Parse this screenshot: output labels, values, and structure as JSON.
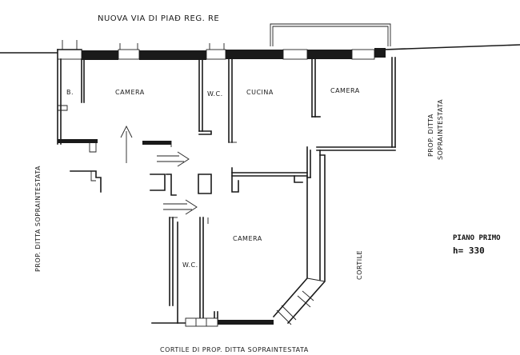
{
  "street_label": "NUOVA VIA DI PIAÐ REG. RE",
  "rooms": {
    "camera_top": "CAMERA",
    "bathroom_small": "B.",
    "wc_top": "W.C.",
    "kitchen": "CUCINA",
    "camera_right": "CAMERA",
    "camera_bottom": "CAMERA",
    "wc_bottom": "W.C."
  },
  "side_labels": {
    "left": "PROP. DITTA SOPRAINTESTATA",
    "right_line1": "PROP. DITTA",
    "right_line2": "SOPRAINTESTATA",
    "courtyard": "CORTILE",
    "bottom": "CORTILE DI PROP. DITTA SOPRAINTESTATA"
  },
  "floor_info": {
    "title": "PIANO PRIMO",
    "height": "h= 330"
  }
}
